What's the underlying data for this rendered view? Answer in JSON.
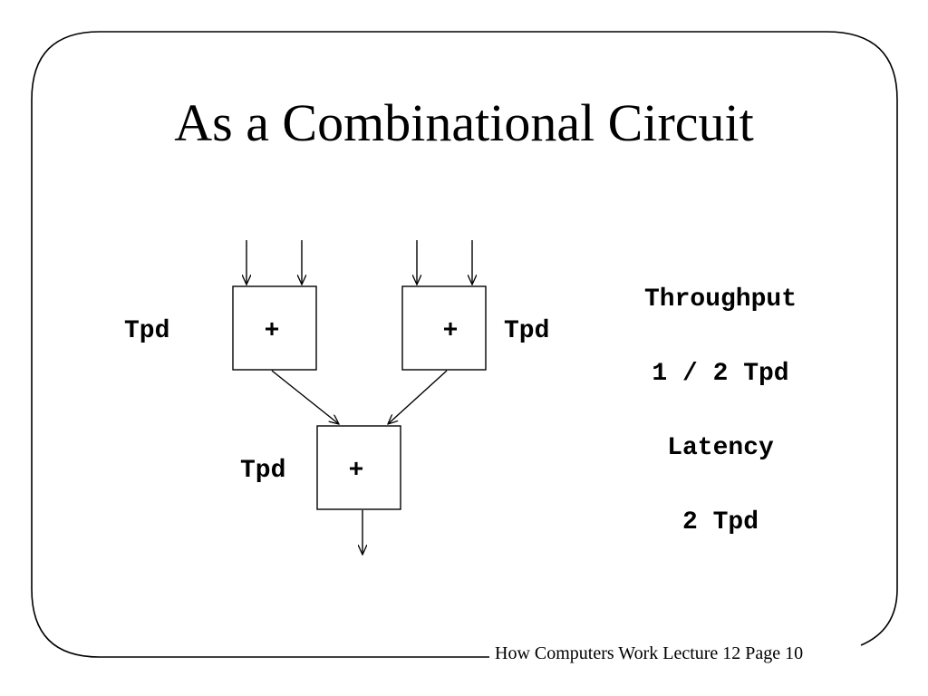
{
  "slide": {
    "title": "As a Combinational Circuit",
    "footer": "How Computers Work Lecture 12 Page 10"
  },
  "diagram": {
    "adders": [
      {
        "id": "top-left",
        "symbol": "+",
        "delay_label": "Tpd"
      },
      {
        "id": "top-right",
        "symbol": "+",
        "delay_label": "Tpd"
      },
      {
        "id": "bottom",
        "symbol": "+",
        "delay_label": "Tpd"
      }
    ]
  },
  "metrics": {
    "throughput_label": "Throughput",
    "throughput_value": "1 / 2 Tpd",
    "latency_label": "Latency",
    "latency_value": "2 Tpd"
  }
}
